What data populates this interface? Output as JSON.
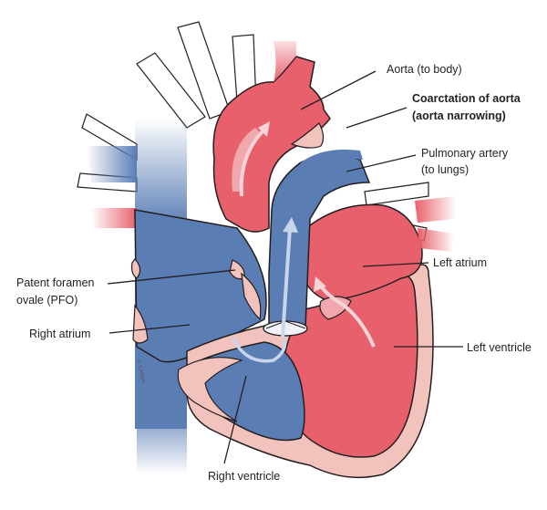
{
  "labels": {
    "aorta": "Aorta (to body)",
    "coarctation_line1": "Coarctation of aorta",
    "coarctation_line2": "(aorta narrowing)",
    "pulmonary_line1": "Pulmonary artery",
    "pulmonary_line2": "(to lungs)",
    "left_atrium": "Left atrium",
    "left_ventricle": "Left ventricle",
    "right_ventricle": "Right ventricle",
    "right_atrium": "Right atrium",
    "pfo_line1": "Patent foramen",
    "pfo_line2": "ovale (PFO)"
  },
  "signature": "© S.Mazer",
  "colors": {
    "oxygenated_red": "#e8606b",
    "oxygenated_light": "#f0a7ad",
    "deoxygenated_blue": "#5a7db4",
    "muscle_pink": "#f2c2bd",
    "outline": "#231f20"
  }
}
